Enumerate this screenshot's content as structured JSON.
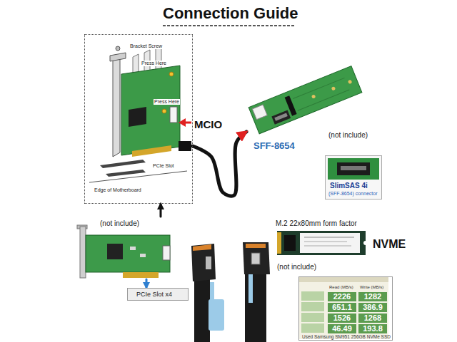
{
  "diagram": {
    "title": "Connection Guide",
    "nodes": [
      {
        "text": [
          "Bracket Screw",
          "Press Here",
          "Press Here",
          "PCIe Slot",
          "Edge of Motherboard"
        ]
      },
      {
        "text": [
          "SFF-8654",
          "(not include)"
        ]
      },
      {
        "text": [
          "SlimSAS 4i",
          "(SFF-8654) connector"
        ]
      },
      {
        "text": [
          "(not include)"
        ]
      },
      {
        "text": [
          "PCIe Slot x4"
        ]
      },
      {
        "text": [
          "M.2 22x80mm form factor",
          "NVME",
          "(not include)"
        ]
      },
      {
        "text": [
          "Read (MB/s)",
          "Write (MB/s)",
          "2226",
          "1282",
          "651.1",
          "386.9",
          "1526",
          "1268",
          "46.49",
          "193.8",
          "Used Samsung SM951 256GB NVMe SSD"
        ]
      }
    ],
    "edges": [
      {
        "from": 0,
        "to": 1,
        "arrow": "to"
      },
      {
        "from": 3,
        "to": 0,
        "arrow": "to"
      },
      {
        "from": 3,
        "to": 4,
        "arrow": "to"
      }
    ],
    "labels": [
      "MCIO"
    ]
  }
}
